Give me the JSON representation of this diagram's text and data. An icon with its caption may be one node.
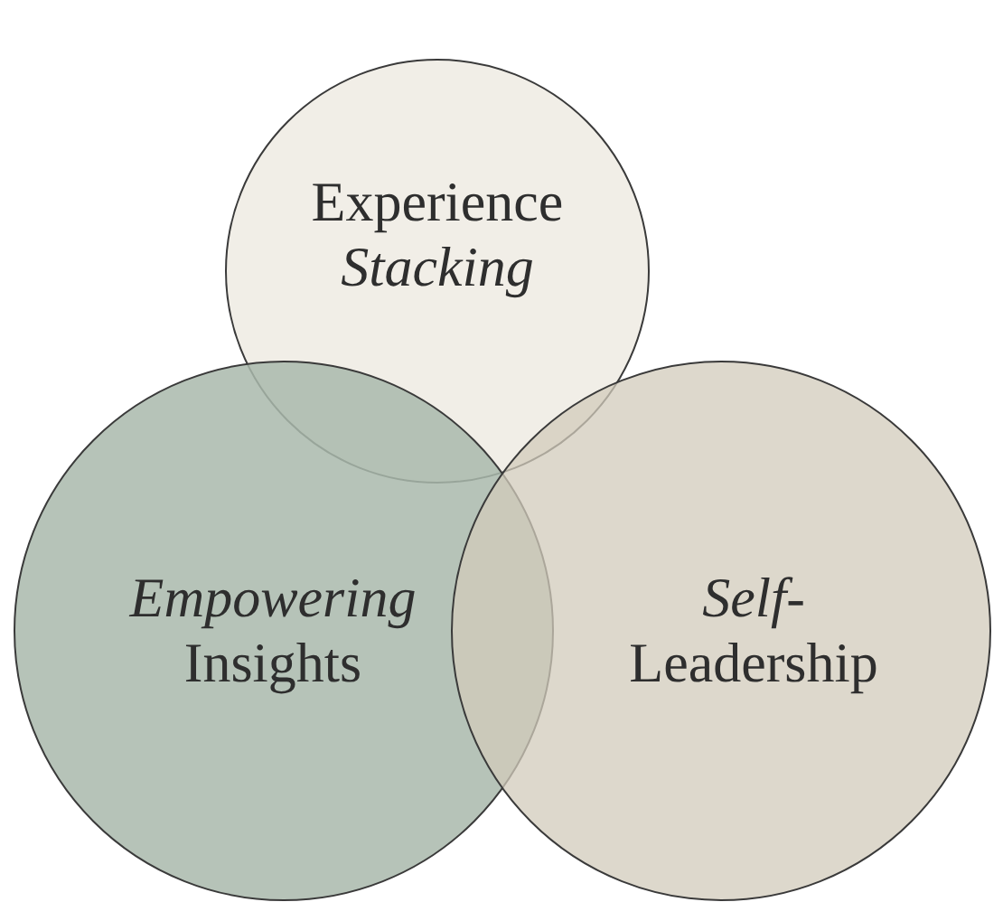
{
  "diagram": {
    "nodes": [
      {
        "text": [
          "Experience *Stacking*"
        ]
      },
      {
        "text": [
          "*Empowering* Insights"
        ]
      },
      {
        "text": [
          "*Self-* Leadership"
        ]
      }
    ]
  }
}
